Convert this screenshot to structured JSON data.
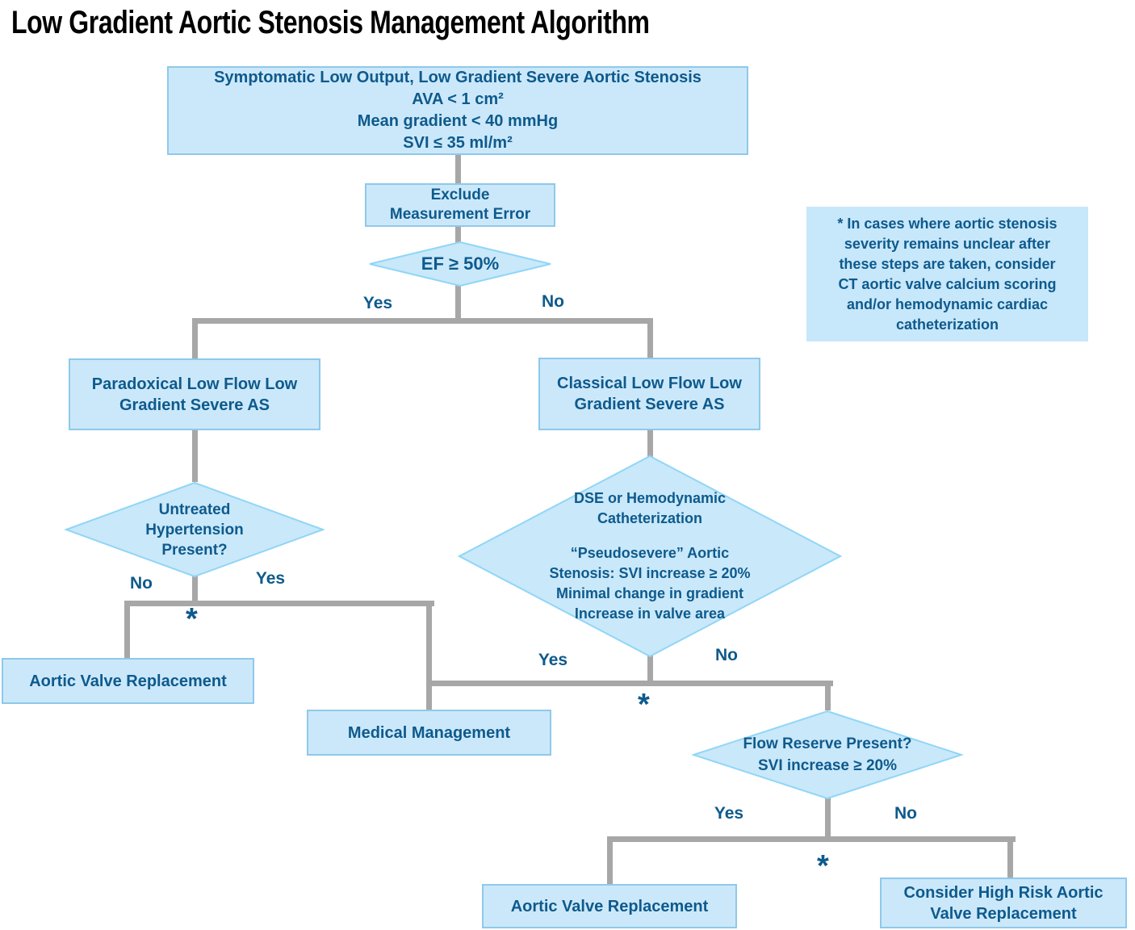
{
  "title": "Low Gradient Aortic Stenosis Management Algorithm",
  "colors": {
    "node_fill": "#CBE8FA",
    "node_border": "#8EC9E9",
    "diamond_fill": "#C9E8FA",
    "diamond_border": "#90D6F6",
    "text_blue": "#0E5A8C",
    "connector_gray": "#A7A7A7",
    "title_black": "#000000"
  },
  "nodes": {
    "start": {
      "lines": [
        "Symptomatic Low Output, Low Gradient Severe Aortic Stenosis",
        "AVA < 1 cm²",
        "Mean gradient < 40 mmHg",
        "SVI ≤ 35 ml/m²"
      ]
    },
    "exclude": {
      "lines": [
        "Exclude",
        "Measurement Error"
      ]
    },
    "ef_decision": {
      "label": "EF ≥ 50%"
    },
    "paradoxical": {
      "lines": [
        "Paradoxical Low Flow Low",
        "Gradient Severe AS"
      ]
    },
    "classical": {
      "lines": [
        "Classical Low Flow Low",
        "Gradient Severe AS"
      ]
    },
    "footnote": {
      "lines": [
        "* In cases where aortic stenosis",
        "severity remains unclear after",
        "these steps are taken, consider",
        "CT aortic valve calcium scoring",
        "and/or hemodynamic cardiac",
        "catheterization"
      ]
    },
    "hypertension_decision": {
      "lines": [
        "Untreated",
        "Hypertension",
        "Present?"
      ]
    },
    "avr_left": {
      "label": "Aortic Valve Replacement"
    },
    "medical_management": {
      "label": "Medical Management"
    },
    "dse_decision": {
      "group1": [
        "DSE or Hemodynamic",
        "Catheterization"
      ],
      "group2": [
        "“Pseudosevere” Aortic",
        "Stenosis:  SVI increase ≥ 20%",
        "Minimal change in gradient",
        "Increase in valve area"
      ]
    },
    "flow_decision": {
      "lines": [
        "Flow Reserve Present?",
        "SVI increase ≥ 20%"
      ]
    },
    "avr_bottom": {
      "label": "Aortic Valve Replacement"
    },
    "consider_high_risk": {
      "lines": [
        "Consider High Risk Aortic",
        "Valve Replacement"
      ]
    }
  },
  "branch_labels": {
    "ef_yes": "Yes",
    "ef_no": "No",
    "hyp_no": "No",
    "hyp_yes": "Yes",
    "dse_yes": "Yes",
    "dse_no": "No",
    "flow_yes": "Yes",
    "flow_no": "No"
  },
  "markers": {
    "asterisk": "*"
  }
}
